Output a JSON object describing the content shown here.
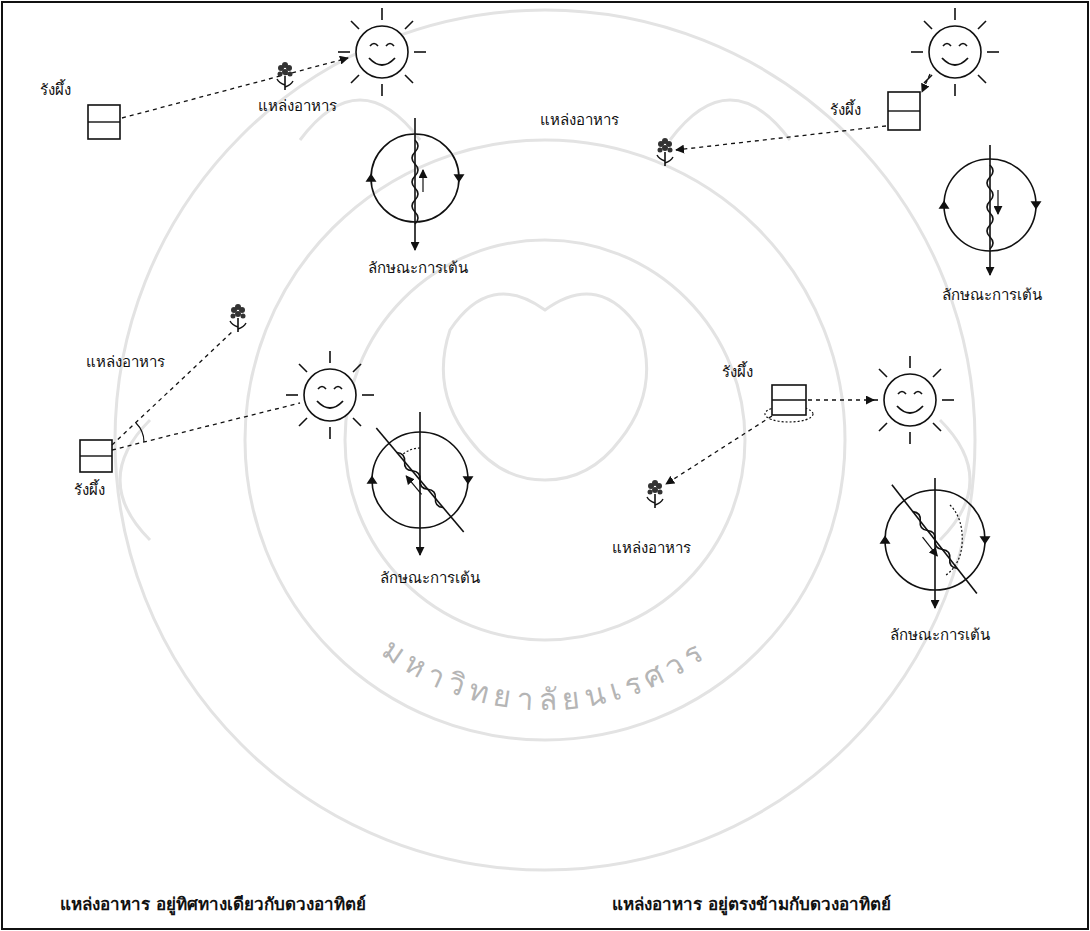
{
  "diagram": {
    "labels": [
      "รังผึ้ง",
      "แหล่งอาหาร",
      "ลักษณะการเต้น",
      "แหล่งอาหาร",
      "รังผึ้ง",
      "ลักษณะการเต้น",
      "แหล่งอาหาร",
      "รังผึ้ง",
      "ลักษณะการเต้น",
      "รังผึ้ง",
      "แหล่งอาหาร",
      "ลักษณะการเต้น",
      "แหล่งอาหาร อยู่ทิศทางเดียวกับดวงอาทิตย์",
      "แหล่งอาหาร อยู่ตรงข้ามกับดวงอาทิตย์",
      "มหาวิทยาลัยนเรศวร"
    ]
  }
}
